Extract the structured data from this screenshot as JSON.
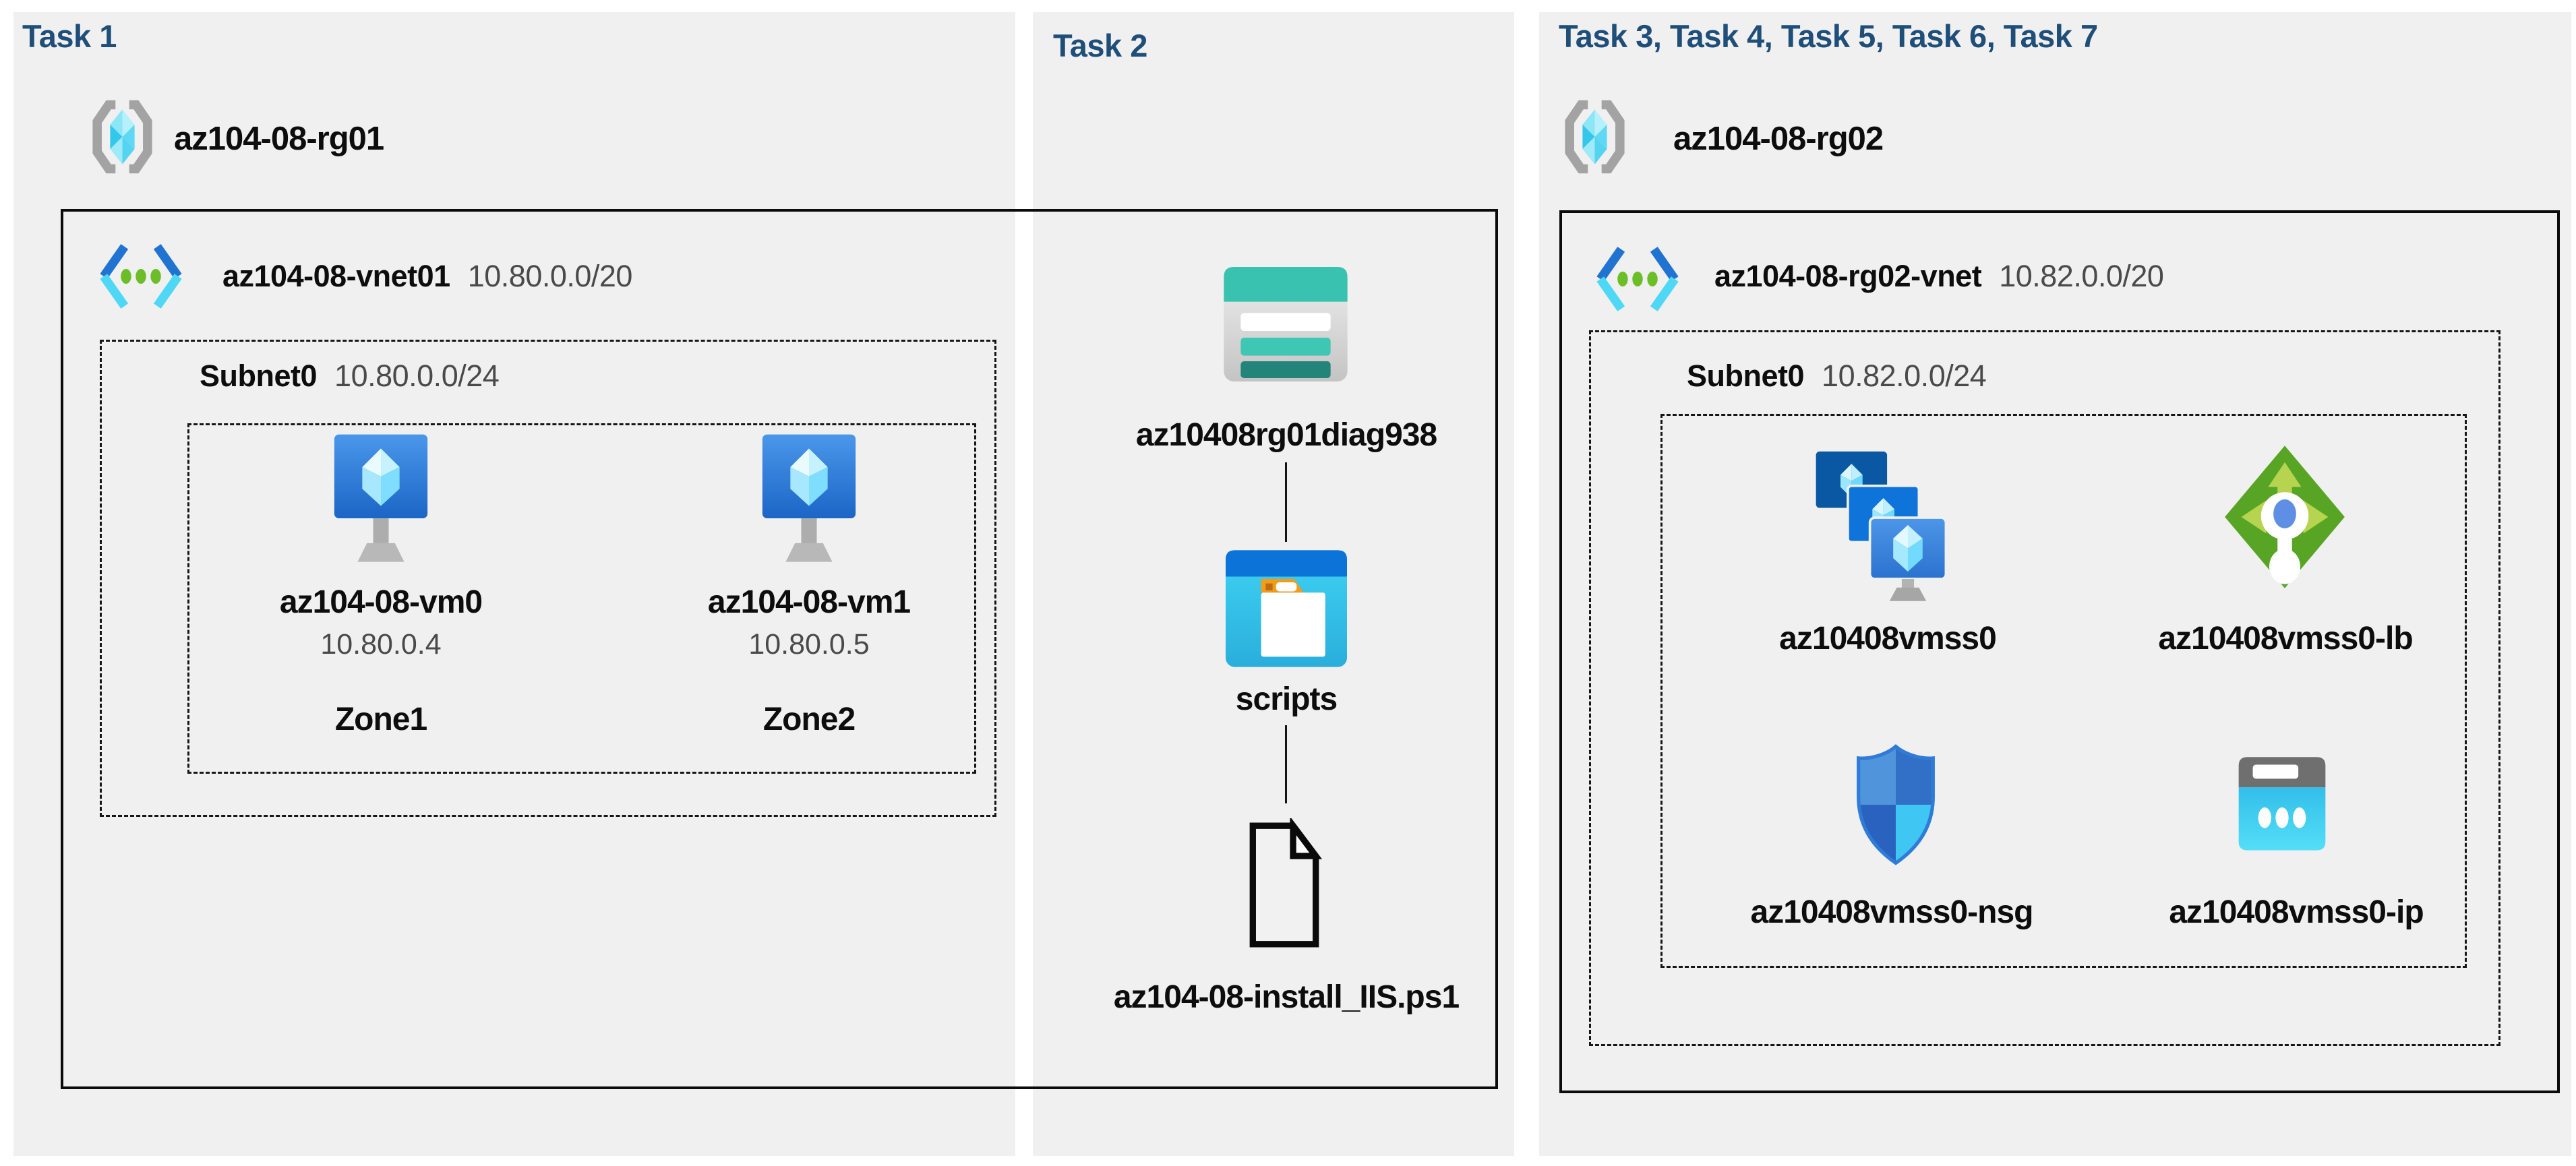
{
  "colors": {
    "title_accent": "#1F4E79",
    "panel_bg": "#F0F0F0",
    "outline": "#0B0B0B",
    "vnet_blue": "#2173D1",
    "vnet_cyan": "#4FD8F6",
    "dot_green": "#6CBE28",
    "storage_teal": "#3AC2B0",
    "lb_green": "#58A525",
    "nsg_cyan": "#3EC7F4",
    "ip_cyan": "#3FC8EF"
  },
  "task1": {
    "title": "Task 1",
    "resource_group": "az104-08-rg01",
    "vnet_name": "az104-08-vnet01",
    "vnet_cidr": "10.80.0.0/20",
    "subnet_name": "Subnet0",
    "subnet_cidr": "10.80.0.0/24",
    "vms": [
      {
        "name": "az104-08-vm0",
        "ip": "10.80.0.4",
        "zone": "Zone1"
      },
      {
        "name": "az104-08-vm1",
        "ip": "10.80.0.5",
        "zone": "Zone2"
      }
    ]
  },
  "task2": {
    "title": "Task 2",
    "storage_account": "az10408rg01diag938",
    "container": "scripts",
    "script_file": "az104-08-install_IIS.ps1"
  },
  "task3": {
    "title": "Task 3, Task 4, Task 5, Task 6, Task 7",
    "resource_group": "az104-08-rg02",
    "vnet_name": "az104-08-rg02-vnet",
    "vnet_cidr": "10.82.0.0/20",
    "subnet_name": "Subnet0",
    "subnet_cidr": "10.82.0.0/24",
    "vmss": "az10408vmss0",
    "load_balancer": "az10408vmss0-lb",
    "nsg": "az10408vmss0-nsg",
    "public_ip": "az10408vmss0-ip"
  }
}
